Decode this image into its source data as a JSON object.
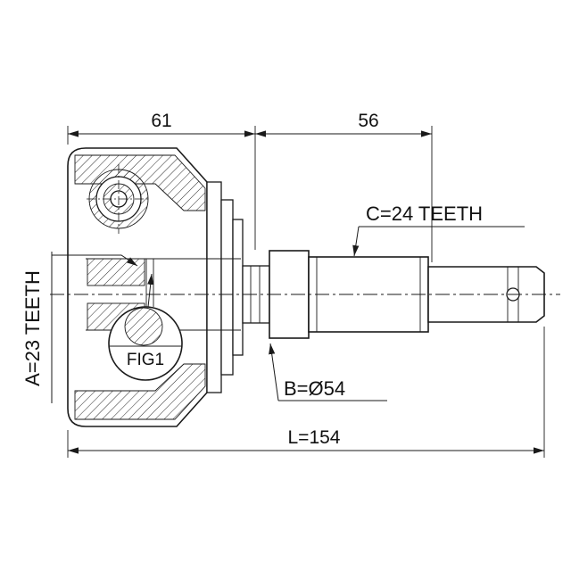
{
  "drawing": {
    "fig_label": "FIG1",
    "dimensions": {
      "width_left": "61",
      "width_right": "56",
      "overall_length": "L=154"
    },
    "labels": {
      "spline_c": "C=24 TEETH",
      "spline_a": "A=23 TEETH",
      "diameter_b": "B=Ø54"
    },
    "colors": {
      "line": "#1a1a1a",
      "background": "#ffffff"
    }
  }
}
